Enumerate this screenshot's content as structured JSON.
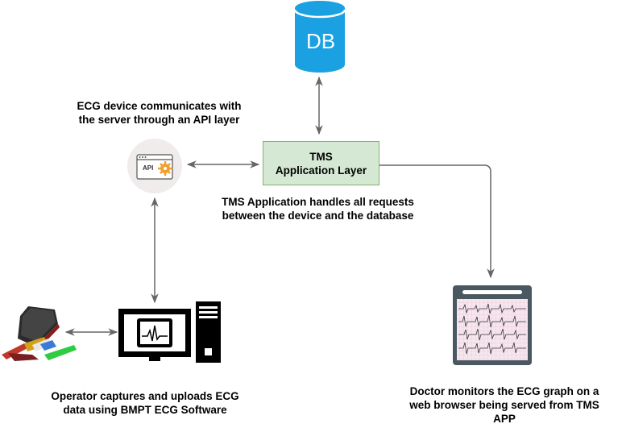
{
  "database": {
    "label": "DB"
  },
  "tms_box": {
    "line1": "TMS",
    "line2": "Application Layer"
  },
  "api_icon": {
    "label": "API"
  },
  "captions": {
    "api": [
      "ECG device communicates with",
      "the server through an API layer"
    ],
    "tms": [
      "TMS Application handles all requests",
      "between the device and the database"
    ],
    "operator": [
      "Operator captures and uploads ECG",
      "data using BMPT ECG Software"
    ],
    "doctor": [
      "Doctor monitors the ECG graph on a",
      "web browser being served from TMS",
      "APP"
    ]
  },
  "colors": {
    "db_fill": "#1ba1e2",
    "tms_fill": "#d5e8d4",
    "tms_stroke": "#82b366",
    "connector": "#666666",
    "computer": "#000000",
    "browser_frame": "#4a5861"
  },
  "icons": [
    "database-icon",
    "api-gear-icon",
    "ecg-device-icon",
    "computer-icon",
    "browser-ecg-icon"
  ]
}
